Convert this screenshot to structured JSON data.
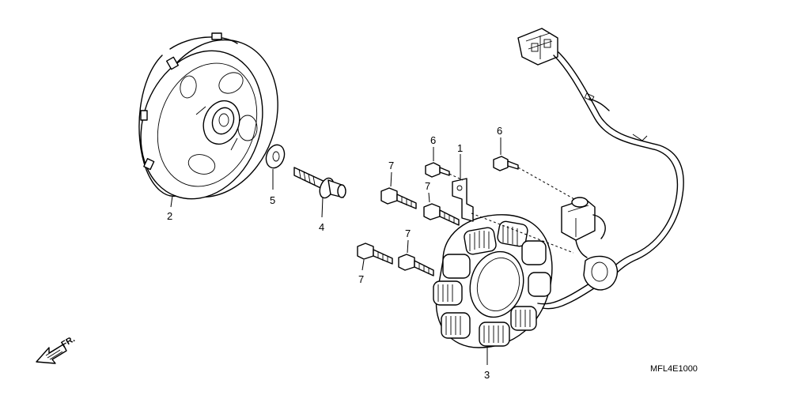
{
  "diagram": {
    "callouts": [
      {
        "id": "c1",
        "label": "1"
      },
      {
        "id": "c2",
        "label": "2"
      },
      {
        "id": "c3",
        "label": "3"
      },
      {
        "id": "c4",
        "label": "4"
      },
      {
        "id": "c5",
        "label": "5"
      },
      {
        "id": "c6a",
        "label": "6"
      },
      {
        "id": "c6b",
        "label": "6"
      },
      {
        "id": "c7a",
        "label": "7"
      },
      {
        "id": "c7b",
        "label": "7"
      },
      {
        "id": "c7c",
        "label": "7"
      },
      {
        "id": "c7d",
        "label": "7"
      }
    ],
    "direction_label": "FR.",
    "figure_code": "MFL4E1000"
  }
}
